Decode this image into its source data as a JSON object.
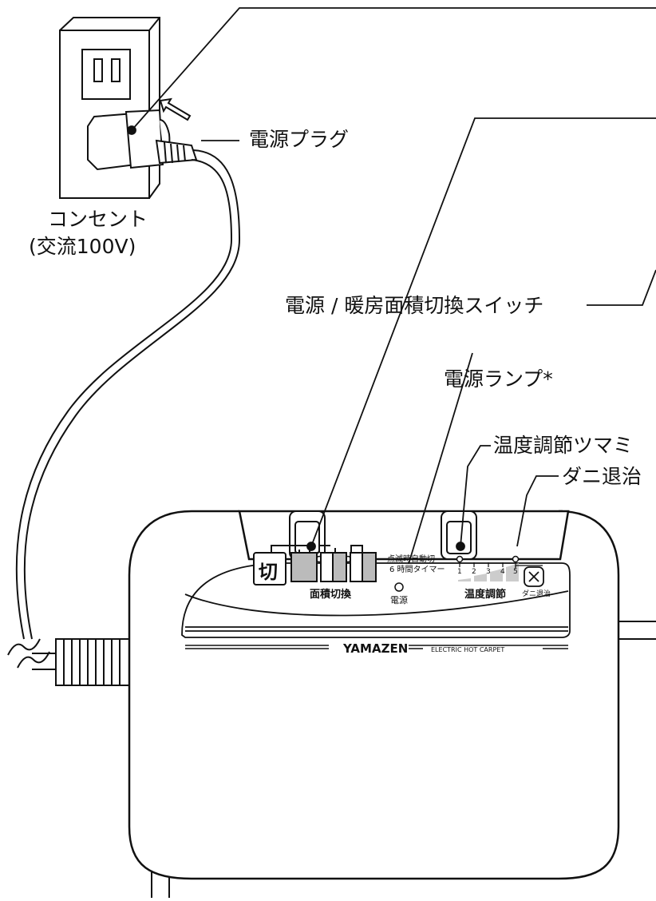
{
  "labels": {
    "power_plug": "電源プラグ",
    "outlet_line1": "コンセント",
    "outlet_line2": "(交流100V)",
    "power_switch": "電源 / 暖房面積切換スイッチ",
    "power_lamp": "電源ランプ*",
    "temp_knob": "温度調節ツマミ",
    "mite_off": "ダニ退治"
  },
  "panel": {
    "off_label": "切",
    "area_switch_label": "面積切換",
    "timer_line1": "点滅時自動切",
    "timer_line2": "6 時間タイマー",
    "power_label": "電源",
    "temp_label": "温度調節",
    "scale": [
      "1",
      "2",
      "3",
      "4",
      "5"
    ],
    "mite_label": "ダニ退治"
  },
  "branding": {
    "brand": "YAMAZEN",
    "product": "ELECTRIC HOT CARPET"
  }
}
